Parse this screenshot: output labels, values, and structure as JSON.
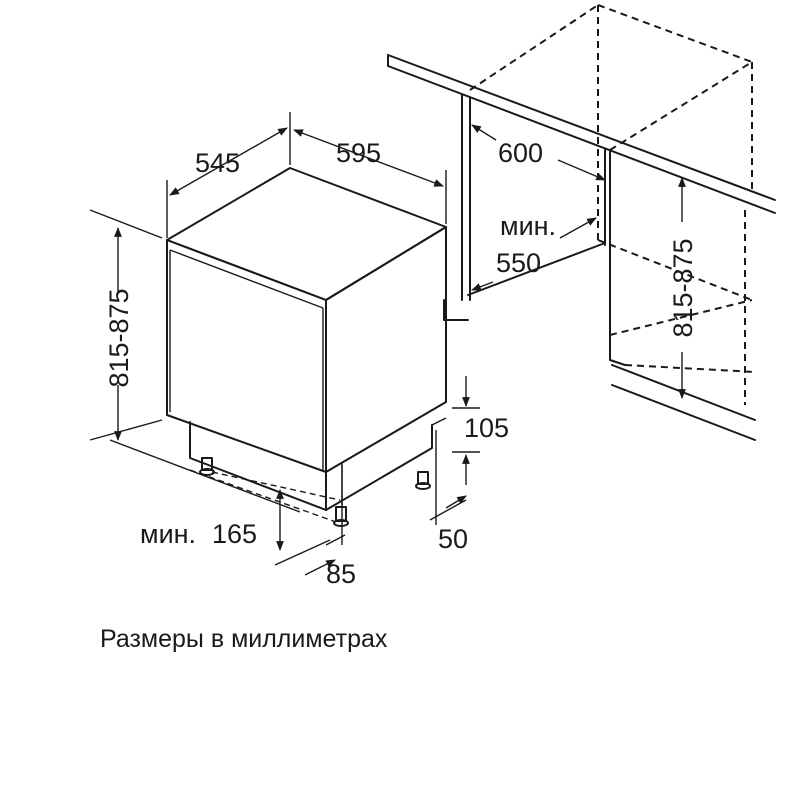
{
  "dimensions": {
    "depth_label": "545",
    "width_label": "595",
    "height_label": "815-875",
    "niche_depth_label": "600",
    "niche_min_prefix": "мин.",
    "niche_min_depth_label": "550",
    "niche_height_label": "815-875",
    "plinth_label": "105",
    "foot_label": "50",
    "min_plinth_prefix": "мин.",
    "min_plinth_label": "165",
    "setback_label": "85"
  },
  "caption": "Размеры в миллиметрах"
}
